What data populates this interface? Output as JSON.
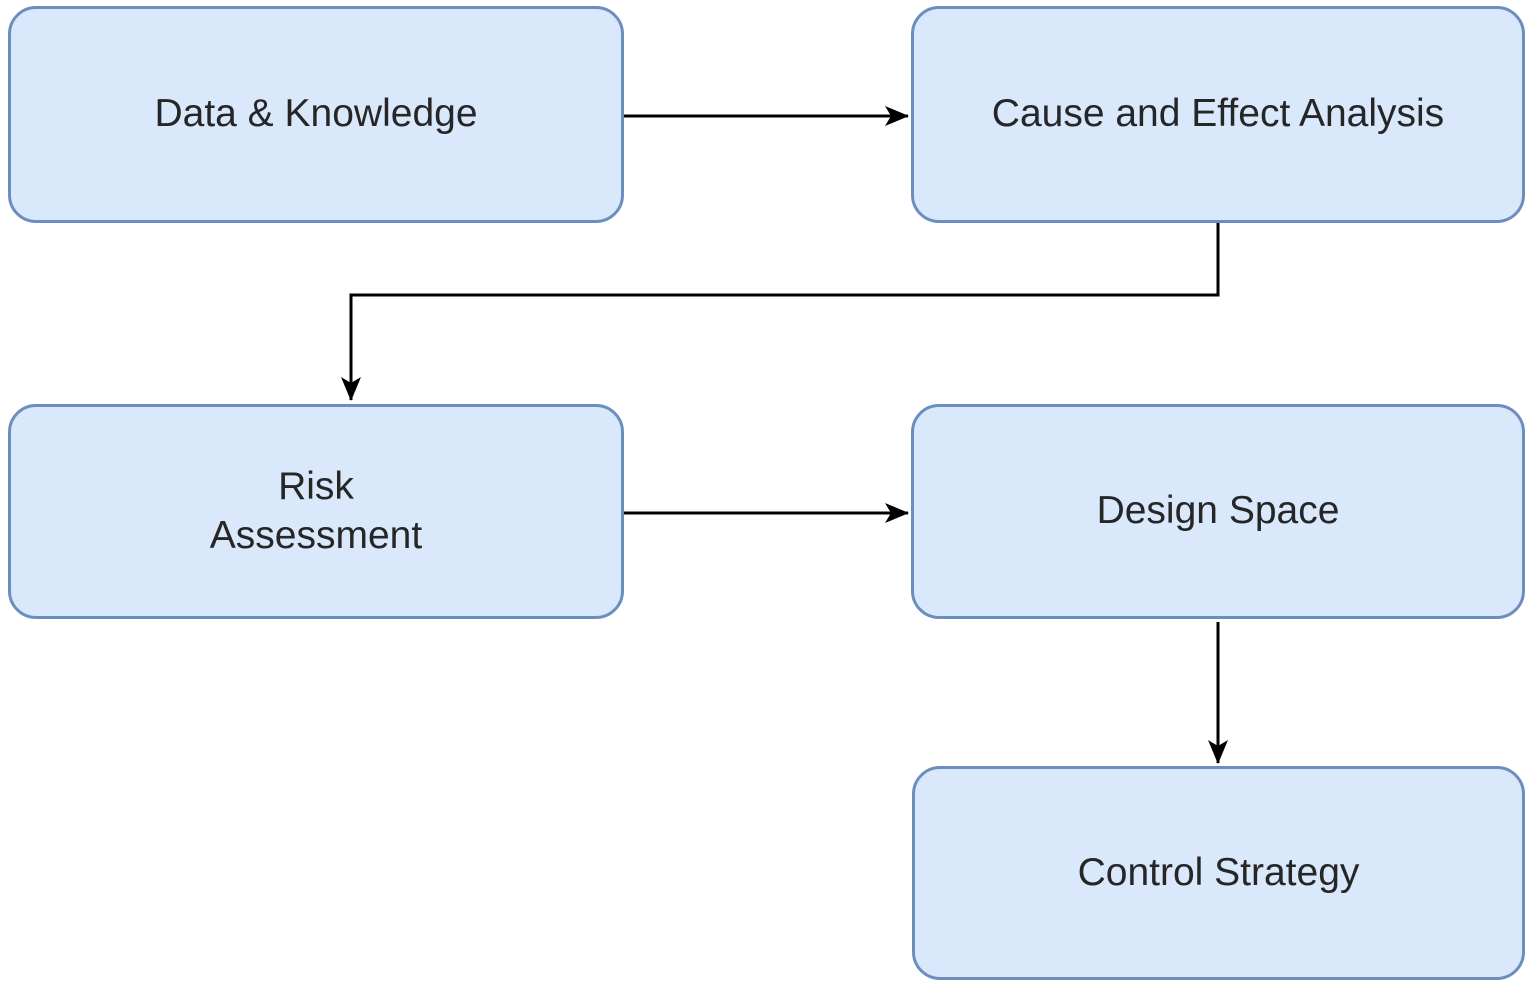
{
  "diagram": {
    "title": "Quality by Design workflow flowchart",
    "colors": {
      "canvas_bg": "#ffffff",
      "node_fill": "#dae8fc",
      "node_border": "#6c8ebf",
      "connector": "#000000",
      "text": "#262626"
    },
    "nodes": [
      {
        "id": "data-knowledge",
        "label": "Data & Knowledge"
      },
      {
        "id": "cause-effect-analysis",
        "label": "Cause and Effect Analysis"
      },
      {
        "id": "risk-assessment",
        "label": "Risk\nAssessment"
      },
      {
        "id": "design-space",
        "label": "Design Space"
      },
      {
        "id": "control-strategy",
        "label": "Control Strategy"
      }
    ],
    "edges": [
      {
        "from": "data-knowledge",
        "to": "cause-effect-analysis",
        "style": "straight-right-arrow"
      },
      {
        "from": "cause-effect-analysis",
        "to": "risk-assessment",
        "style": "elbow-down-left-down-arrow"
      },
      {
        "from": "risk-assessment",
        "to": "design-space",
        "style": "straight-right-arrow"
      },
      {
        "from": "design-space",
        "to": "control-strategy",
        "style": "straight-down-arrow"
      }
    ]
  }
}
